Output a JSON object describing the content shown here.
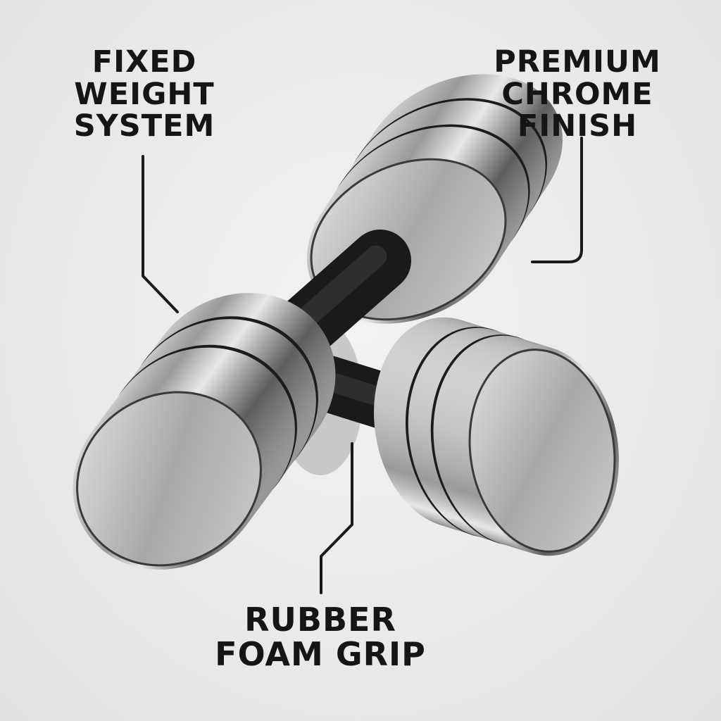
{
  "callouts": {
    "left": [
      "FIXED",
      "WEIGHT",
      "SYSTEM"
    ],
    "right": [
      "PREMIUM",
      "CHROME",
      "FINISH"
    ],
    "bottom": [
      "RUBBER",
      "FOAM GRIP"
    ]
  },
  "colors": {
    "chrome_light": "#f4f4f4",
    "chrome_dark": "#6e6e6e",
    "grip": "#1a1a1a",
    "text": "#151515"
  }
}
